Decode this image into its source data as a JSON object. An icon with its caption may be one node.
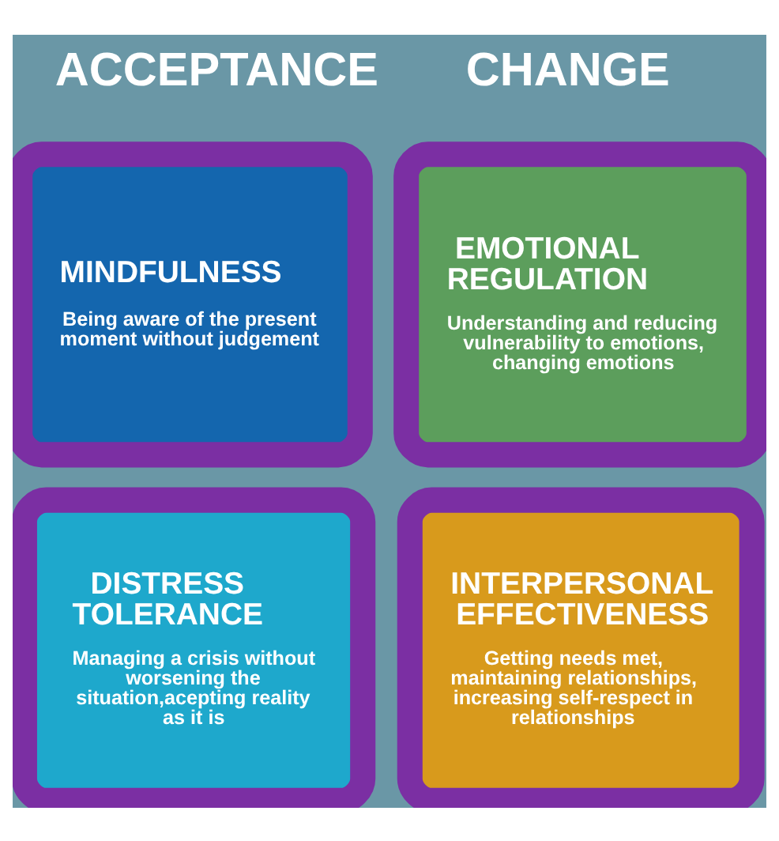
{
  "diagram": {
    "nodes": [
      {
        "text": [
          "MINDFULNESS",
          "Being aware of the present moment without judgement"
        ]
      },
      {
        "text": [
          "EMOTIONAL REGULATION",
          "Understanding and reducing vulnerability to emotions, changing emotions"
        ]
      },
      {
        "text": [
          "DISTRESS TOLERANCE",
          "Managing a crisis without worsening the situation,acepting reality as it is"
        ]
      },
      {
        "text": [
          "INTERPERSONAL EFFECTIVENESS",
          "Getting needs met, maintaining relationships, increasing self-respect in relationships"
        ]
      }
    ],
    "labels": [
      "ACCEPTANCE",
      "CHANGE"
    ]
  }
}
